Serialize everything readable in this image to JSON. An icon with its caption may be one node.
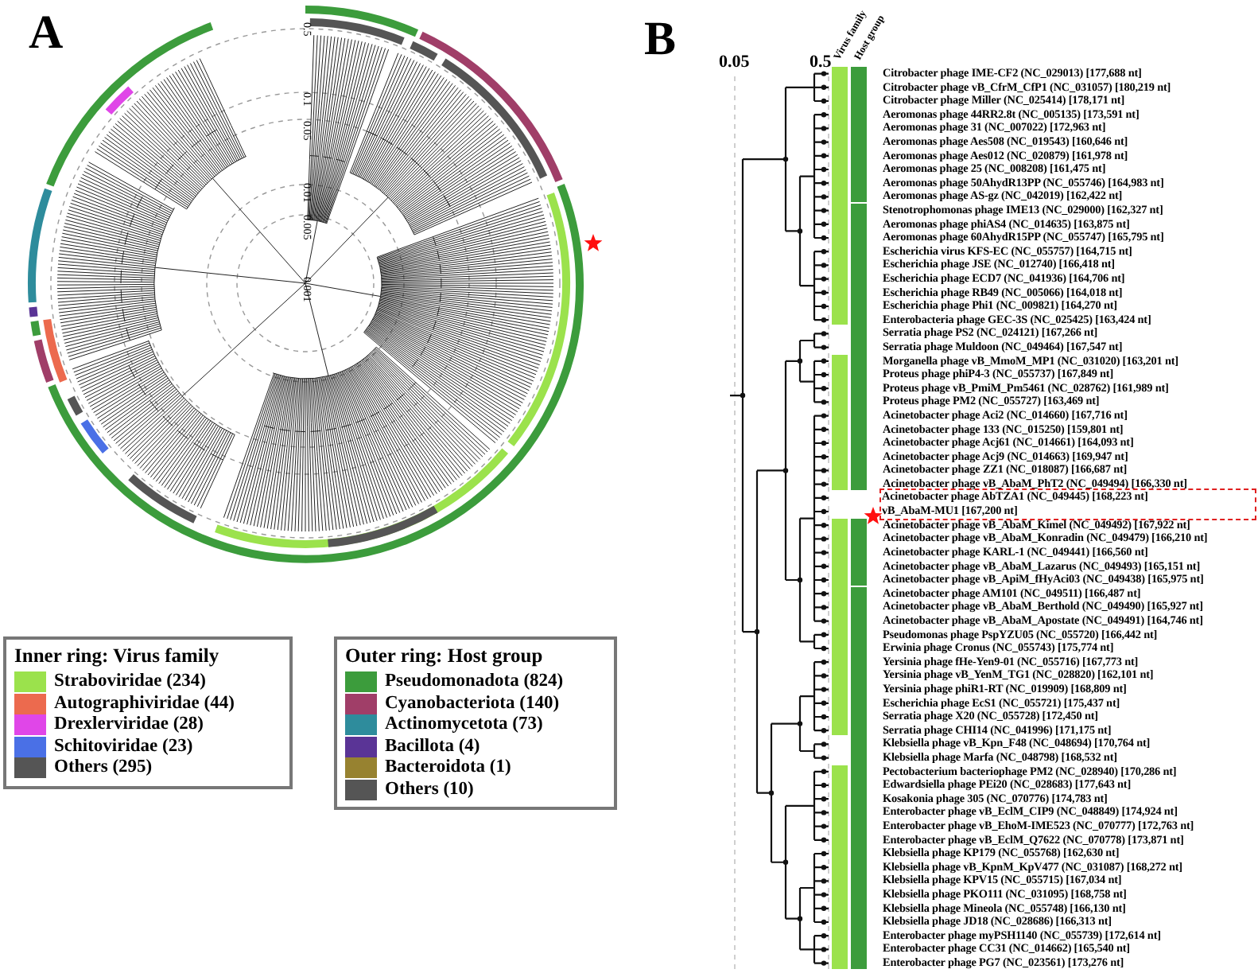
{
  "diagram": {
    "nodes": [
      {
        "text": [
          "Acinetobacter phage AbTZA1 (NC_049445) [168,223 nt]",
          "vB_AbaM-MU1 [167,200 nt]"
        ]
      }
    ],
    "labels": [
      "A",
      "B",
      "0.5",
      "0.1",
      "0.05",
      "0.01",
      "0.005",
      "0.001",
      "0.05",
      "0.5",
      "Virus family",
      "Host group",
      "Citrobacter phage IME-CF2 (NC_029013) [177,688 nt]",
      "Citrobacter phage vB_CfrM_CfP1 (NC_031057) [180,219 nt]",
      "Citrobacter phage Miller (NC_025414) [178,171 nt]",
      "Aeromonas phage 44RR2.8t (NC_005135) [173,591 nt]",
      "Aeromonas phage 31 (NC_007022) [172,963 nt]",
      "Aeromonas phage Aes508 (NC_019543) [160,646 nt]",
      "Aeromonas phage Aes012 (NC_020879) [161,978 nt]",
      "Aeromonas phage 25 (NC_008208) [161,475 nt]",
      "Aeromonas phage 50AhydR13PP (NC_055746) [164,983 nt]",
      "Aeromonas phage AS-gz (NC_042019) [162,422 nt]",
      "Stenotrophomonas phage IME13 (NC_029000) [162,327 nt]",
      "Aeromonas phage phiAS4 (NC_014635) [163,875 nt]",
      "Aeromonas phage 60AhydR15PP (NC_055747) [165,795 nt]",
      "Escherichia virus KFS-EC (NC_055757) [164,715 nt]",
      "Escherichia phage JSE (NC_012740) [166,418 nt]",
      "Escherichia phage ECD7 (NC_041936) [164,706 nt]",
      "Escherichia phage RB49 (NC_005066) [164,018 nt]",
      "Escherichia phage Phi1 (NC_009821) [164,270 nt]",
      "Enterobacteria phage GEC-3S (NC_025425) [163,424 nt]",
      "Serratia phage PS2 (NC_024121) [167,266 nt]",
      "Serratia phage Muldoon (NC_049464) [167,547 nt]",
      "Morganella phage vB_MmoM_MP1 (NC_031020) [163,201 nt]",
      "Proteus phage phiP4-3 (NC_055737) [167,849 nt]",
      "Proteus phage vB_PmiM_Pm5461 (NC_028762) [161,989 nt]",
      "Proteus phage PM2 (NC_055727) [163,469 nt]",
      "Acinetobacter phage Aci2 (NC_014660) [167,716 nt]",
      "Acinetobacter phage 133 (NC_015250) [159,801 nt]",
      "Acinetobacter phage Acj61 (NC_014661) [164,093 nt]",
      "Acinetobacter phage Acj9 (NC_014663) [169,947 nt]",
      "Acinetobacter phage ZZ1 (NC_018087) [166,687 nt]",
      "Acinetobacter phage vB_AbaM_PhT2 (NC_049494) [166,330 nt]",
      "Acinetobacter phage vB_AbaM_Kimel (NC_049492) [167,922 nt]",
      "Acinetobacter phage vB_AbaM_Konradin (NC_049479) [166,210 nt]",
      "Acinetobacter phage KARL-1 (NC_049441) [166,560 nt]",
      "Acinetobacter phage vB_AbaM_Lazarus (NC_049493) [165,151 nt]",
      "Acinetobacter phage vB_ApiM_fHyAci03 (NC_049438) [165,975 nt]",
      "Acinetobacter phage AM101 (NC_049511) [166,487 nt]",
      "Acinetobacter phage vB_AbaM_Berthold (NC_049490) [165,927 nt]",
      "Acinetobacter phage vB_AbaM_Apostate (NC_049491) [164,746 nt]",
      "Pseudomonas phage PspYZU05 (NC_055720) [166,442 nt]",
      "Erwinia phage Cronus (NC_055743) [175,774 nt]",
      "Yersinia phage fHe-Yen9-01 (NC_055716) [167,773 nt]",
      "Yersinia phage vB_YenM_TG1 (NC_028820) [162,101 nt]",
      "Yersinia phage phiR1-RT (NC_019909) [168,809 nt]",
      "Escherichia phage EcS1 (NC_055721) [175,437 nt]",
      "Serratia phage X20 (NC_055728) [172,450 nt]",
      "Serratia phage CHI14 (NC_041996) [171,175 nt]",
      "Klebsiella phage vB_Kpn_F48 (NC_048694) [170,764 nt]",
      "Klebsiella phage Marfa (NC_048798) [168,532 nt]",
      "Pectobacterium bacteriophage PM2 (NC_028940) [170,286 nt]",
      "Edwardsiella phage PEi20 (NC_028683) [177,643 nt]",
      "Kosakonia phage 305 (NC_070776) [174,783 nt]",
      "Enterobacter phage vB_EclM_CIP9 (NC_048849) [174,924 nt]",
      "Enterobacter phage vB_EhoM-IME523 (NC_070777) [172,763 nt]",
      "Enterobacter phage vB_EclM_Q7622 (NC_070778) [173,871 nt]",
      "Klebsiella phage KP179 (NC_055768) [162,630 nt]",
      "Klebsiella phage vB_KpnM_KpV477 (NC_031087) [168,272 nt]",
      "Klebsiella phage KPV15 (NC_055715) [167,034 nt]",
      "Klebsiella phage PKO111 (NC_031095) [168,758 nt]",
      "Klebsiella phage Mineola (NC_055748) [166,130 nt]",
      "Klebsiella phage JD18 (NC_028686) [166,313 nt]",
      "Enterobacter phage myPSH1140 (NC_055739) [172,614 nt]",
      "Enterobacter phage CC31 (NC_014662) [165,540 nt]",
      "Enterobacter phage PG7 (NC_023561) [173,276 nt]",
      "Inner ring: Virus family",
      "Outer ring: Host group"
    ],
    "legend": [
      {
        "text": "Straboviridae (234)",
        "color": "#9be24c"
      },
      {
        "text": "Autographiviridae (44)",
        "color": "#ec6a4e"
      },
      {
        "text": "Drexlerviridae (28)",
        "color": "#e046e8"
      },
      {
        "text": "Schitoviridae (23)",
        "color": "#4a70e6"
      },
      {
        "text": "Others (295)",
        "color": "#555555"
      },
      {
        "text": "Pseudomonadota (824)",
        "color": "#3c9c3c"
      },
      {
        "text": "Cyanobacteriota (140)",
        "color": "#a03e68"
      },
      {
        "text": "Actinomycetota (73)",
        "color": "#2e8c9c"
      },
      {
        "text": "Bacillota (4)",
        "color": "#5a3496"
      },
      {
        "text": "Bacteroidota (1)",
        "color": "#978230"
      },
      {
        "text": "Others (10)",
        "color": "#555555"
      }
    ]
  }
}
